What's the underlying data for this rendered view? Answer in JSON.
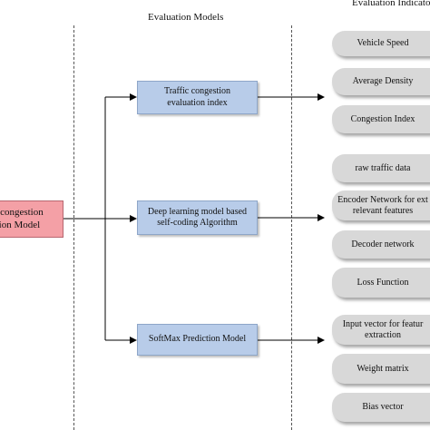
{
  "headers": {
    "models": "Evaluation Models",
    "indicators": "Evaluation Indicator"
  },
  "root": {
    "line1": "ffic congestion",
    "line2": "ection Model"
  },
  "models": [
    {
      "line1": "Traffic congestion",
      "line2": "evaluation index"
    },
    {
      "line1": "Deep learning model based",
      "line2": "self-coding Algorithm"
    },
    {
      "line1": "SoftMax Prediction Model",
      "line2": ""
    }
  ],
  "indicators": [
    {
      "line1": "Vehicle Speed",
      "line2": ""
    },
    {
      "line1": "Average Density",
      "line2": ""
    },
    {
      "line1": "Congestion Index",
      "line2": ""
    },
    {
      "line1": "raw traffic data",
      "line2": ""
    },
    {
      "line1": "Encoder Network for ext",
      "line2": "relevant features"
    },
    {
      "line1": "Decoder network",
      "line2": ""
    },
    {
      "line1": "Loss Function",
      "line2": ""
    },
    {
      "line1": "Input vector for featur",
      "line2": "extraction"
    },
    {
      "line1": "Weight matrix",
      "line2": ""
    },
    {
      "line1": "Bias vector",
      "line2": ""
    }
  ],
  "colors": {
    "root_fill": "#f4a0a6",
    "model_fill": "#b8cce9",
    "indicator_fill": "#d8d8d8",
    "connector": "#000000"
  }
}
